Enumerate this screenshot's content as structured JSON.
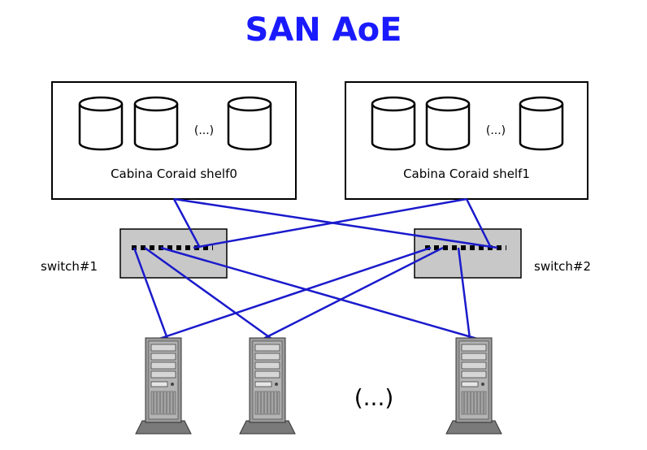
{
  "title": "SAN AoE",
  "shelves": [
    {
      "label": "Cabina Coraid shelf0",
      "ellipsis": "(...)"
    },
    {
      "label": "Cabina Coraid shelf1",
      "ellipsis": "(...)"
    }
  ],
  "switches": [
    {
      "label": "switch#1"
    },
    {
      "label": "switch#2"
    }
  ],
  "servers_ellipsis": "(...)",
  "colors": {
    "title": "#1a1aff",
    "link": "#1a1acc",
    "switch_fill": "#c8c8c8"
  }
}
